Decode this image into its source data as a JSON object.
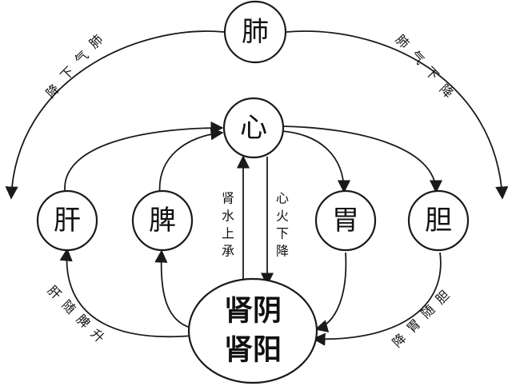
{
  "nodes": {
    "lung": "肺",
    "heart": "心",
    "liver": "肝",
    "spleen": "脾",
    "stomach": "胃",
    "gallbladder": "胆",
    "kidney_yin": "肾阴",
    "kidney_yang": "肾阳"
  },
  "edges": {
    "lung_qi_down_left": "肺气下降",
    "lung_qi_down_right": "肺气下降",
    "kidney_water_up": "肾水上承",
    "heart_fire_down": "心火下降",
    "liver_with_spleen_up": "肝随脾升",
    "gallbladder_with_stomach_down": "胆随胃降"
  },
  "colors": {
    "stroke": "#1a1a1a",
    "text": "#111111",
    "background": "#ffffff"
  }
}
